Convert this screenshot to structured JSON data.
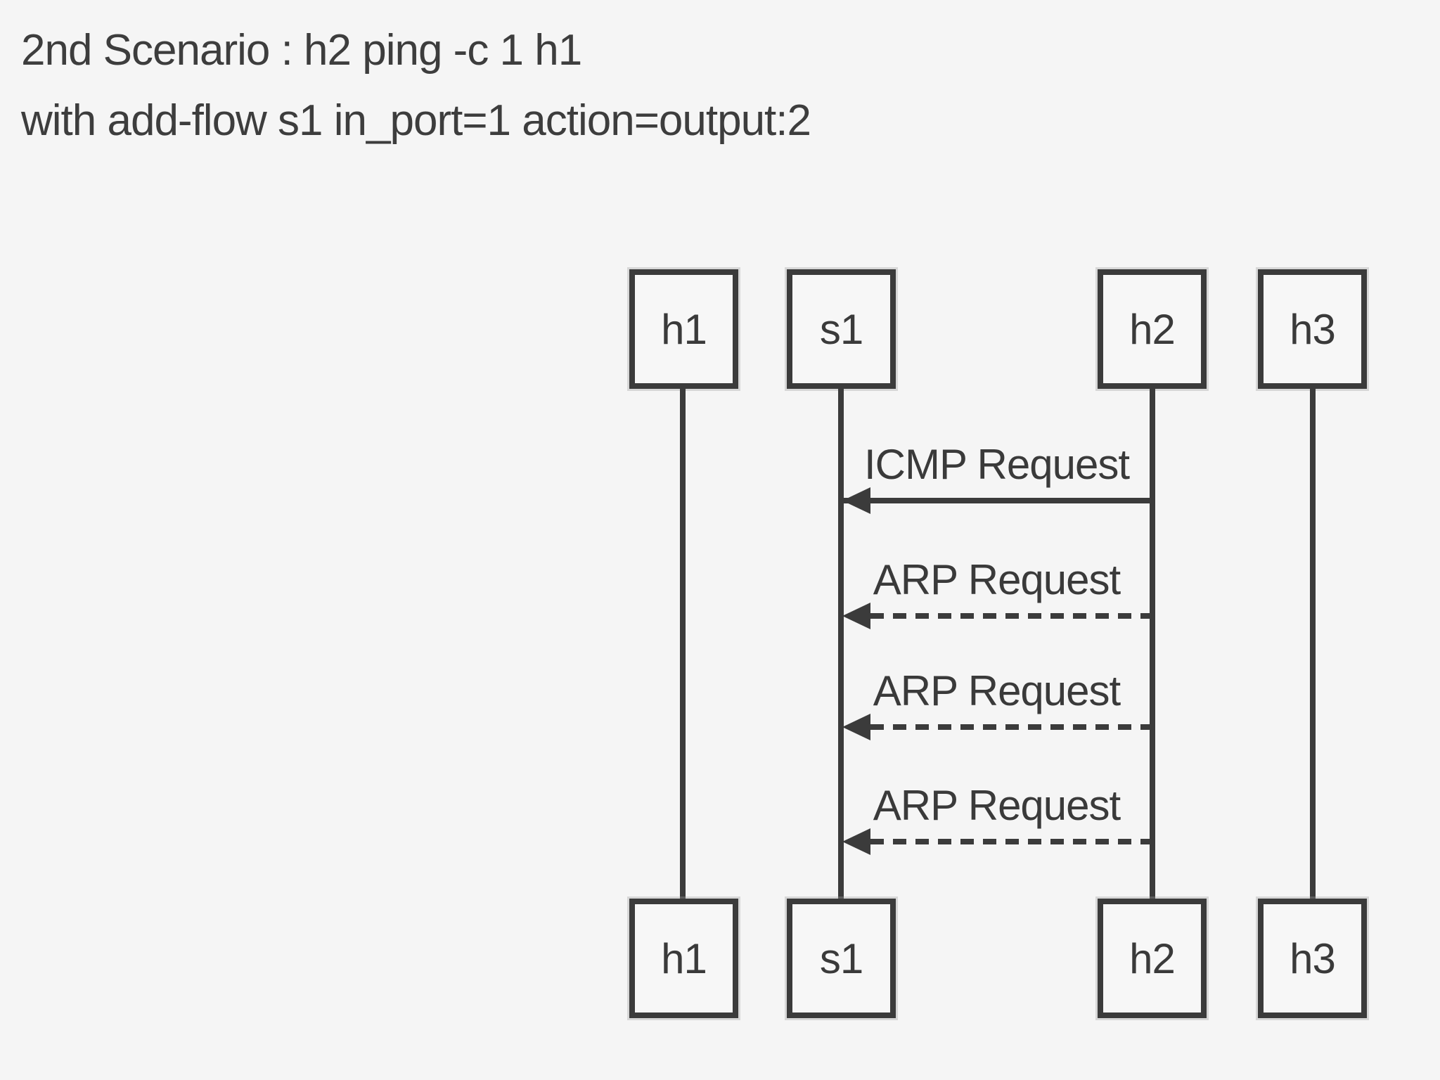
{
  "title": {
    "line1": "2nd Scenario : h2 ping -c 1 h1",
    "line2": "with add-flow s1 in_port=1 action=output:2"
  },
  "diagram": {
    "type": "sequence-diagram",
    "actors": [
      {
        "id": "h1",
        "label": "h1"
      },
      {
        "id": "s1",
        "label": "s1"
      },
      {
        "id": "h2",
        "label": "h2"
      },
      {
        "id": "h3",
        "label": "h3"
      }
    ],
    "messages": [
      {
        "label": "ICMP Request",
        "from": "h2",
        "to": "s1",
        "line_style": "solid",
        "arrow_direction": "left"
      },
      {
        "label": "ARP Request",
        "from": "h2",
        "to": "s1",
        "line_style": "dashed",
        "arrow_direction": "left"
      },
      {
        "label": "ARP Request",
        "from": "h2",
        "to": "s1",
        "line_style": "dashed",
        "arrow_direction": "left"
      },
      {
        "label": "ARP Request",
        "from": "h2",
        "to": "s1",
        "line_style": "dashed",
        "arrow_direction": "left"
      }
    ],
    "colors": {
      "background": "#f5f5f5",
      "stroke": "#3b3b3b",
      "box_fill": "#f7f7f7",
      "text": "#3d3d3d"
    }
  }
}
